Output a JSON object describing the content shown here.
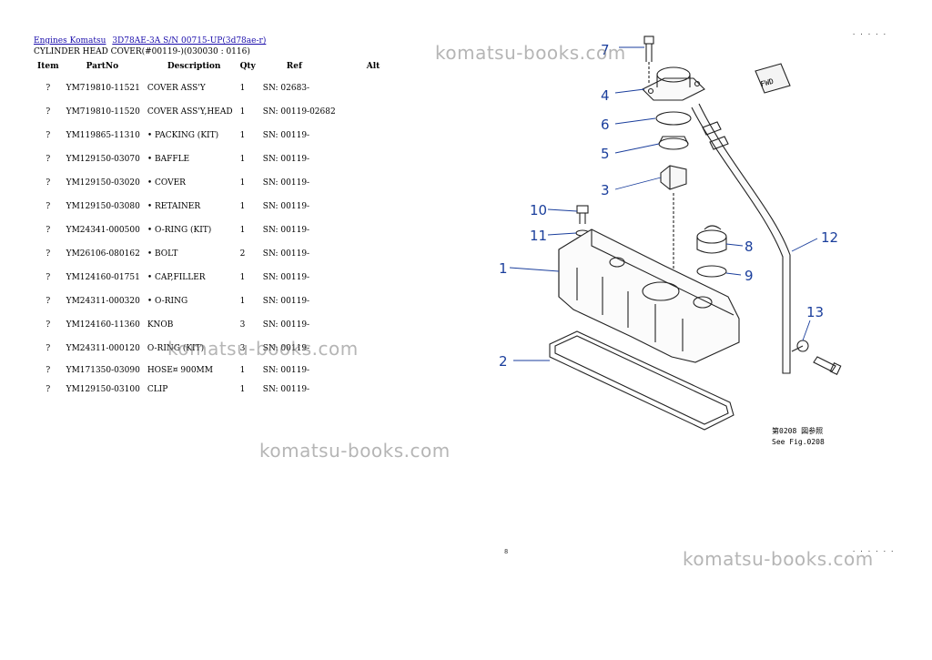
{
  "breadcrumb": [
    {
      "label": "Engines Komatsu"
    },
    {
      "label": "3D78AE-3A S/N 00715-UP(3d78ae-r)"
    }
  ],
  "subtitle": "CYLINDER HEAD COVER(#00119-)(030030 : 0116)",
  "table": {
    "headers": [
      "Item",
      "PartNo",
      "Description",
      "Qty",
      "Ref",
      "Alt"
    ],
    "rows": [
      {
        "item": "?",
        "part_no": "YM719810-11521",
        "description": "COVER ASS'Y",
        "qty": "1",
        "ref": "SN: 02683-"
      },
      {
        "item": "?",
        "part_no": "YM719810-11520",
        "description": "COVER ASS'Y,HEAD",
        "qty": "1",
        "ref": "SN: 00119-02682"
      },
      {
        "item": "?",
        "part_no": "YM119865-11310",
        "description": "• PACKING (KIT)",
        "qty": "1",
        "ref": "SN: 00119-"
      },
      {
        "item": "?",
        "part_no": "YM129150-03070",
        "description": "• BAFFLE",
        "qty": "1",
        "ref": "SN: 00119-"
      },
      {
        "item": "?",
        "part_no": "YM129150-03020",
        "description": "• COVER",
        "qty": "1",
        "ref": "SN: 00119-"
      },
      {
        "item": "?",
        "part_no": "YM129150-03080",
        "description": "• RETAINER",
        "qty": "1",
        "ref": "SN: 00119-"
      },
      {
        "item": "?",
        "part_no": "YM24341-000500",
        "description": "• O-RING (KIT)",
        "qty": "1",
        "ref": "SN: 00119-"
      },
      {
        "item": "?",
        "part_no": "YM26106-080162",
        "description": "• BOLT",
        "qty": "2",
        "ref": "SN: 00119-"
      },
      {
        "item": "?",
        "part_no": "YM124160-01751",
        "description": "• CAP,FILLER",
        "qty": "1",
        "ref": "SN: 00119-"
      },
      {
        "item": "?",
        "part_no": "YM24311-000320",
        "description": "• O-RING",
        "qty": "1",
        "ref": "SN: 00119-"
      },
      {
        "item": "?",
        "part_no": "YM124160-11360",
        "description": "KNOB",
        "qty": "3",
        "ref": "SN: 00119-"
      },
      {
        "item": "?",
        "part_no": "YM24311-000120",
        "description": "O-RING (KIT)",
        "qty": "3",
        "ref": "SN: 00119-"
      },
      {
        "item": "?",
        "part_no": "YM171350-03090",
        "description": "HOSE¤ 900MM",
        "qty": "1",
        "ref": "SN: 00119-"
      },
      {
        "item": "?",
        "part_no": "YM129150-03100",
        "description": "CLIP",
        "qty": "1",
        "ref": "SN: 00119-"
      }
    ]
  },
  "watermark": "komatsu-books.com",
  "diagram": {
    "callouts": [
      "7",
      "4",
      "6",
      "5",
      "3",
      "10",
      "11",
      "8",
      "12",
      "1",
      "9",
      "13",
      "2"
    ],
    "fwd_label": "FWD",
    "caption_line1": "第0208 図参照",
    "caption_line2": "See Fig.0208"
  },
  "page_marks": {
    "top_right": "· · · · ·",
    "bottom_left": "8",
    "bottom_right": "· · · · · ·"
  },
  "colors": {
    "link": "#1a0dab",
    "callout": "#1a3e9c",
    "watermark": "#808080"
  }
}
